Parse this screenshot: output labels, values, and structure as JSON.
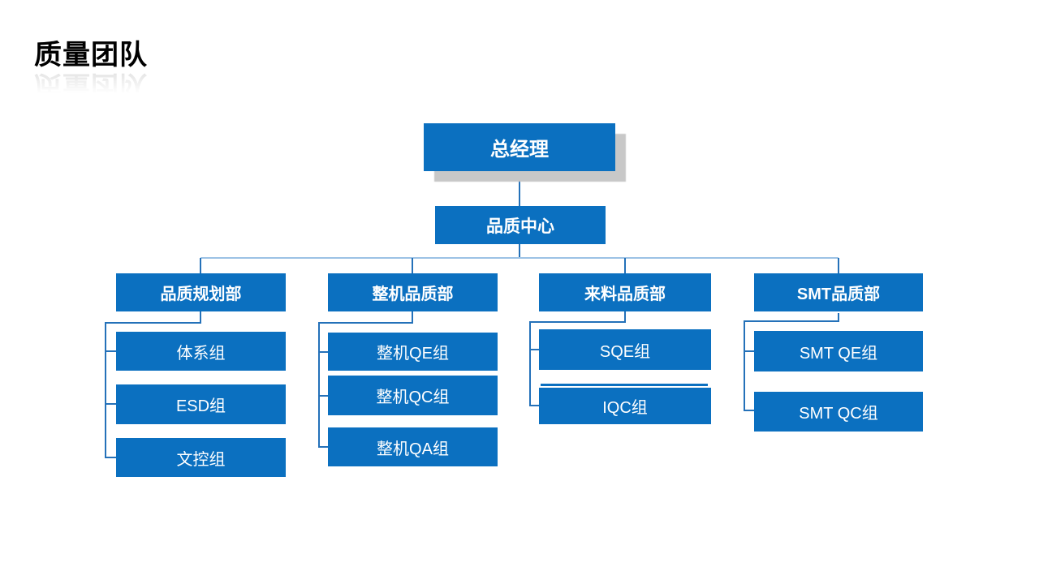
{
  "title": "质量团队",
  "colors": {
    "node_blue": "#0B70C0",
    "shadow": "#C8C8C8",
    "connector": "#2471B9",
    "rail_light": "#9CC2E5",
    "title_black": "#000000"
  },
  "org": {
    "root": {
      "label": "总经理"
    },
    "center": {
      "label": "品质中心"
    },
    "departments": [
      {
        "label": "品质规划部",
        "children": [
          {
            "label": "体系组"
          },
          {
            "label": "ESD组"
          },
          {
            "label": "文控组"
          }
        ]
      },
      {
        "label": "整机品质部",
        "children": [
          {
            "label": "整机QE组"
          },
          {
            "label": "整机QC组"
          },
          {
            "label": "整机QA组"
          }
        ]
      },
      {
        "label": "来料品质部",
        "children": [
          {
            "label": "SQE组"
          },
          {
            "label": "IQC组"
          }
        ]
      },
      {
        "label": "SMT品质部",
        "children": [
          {
            "label": "SMT QE组"
          },
          {
            "label": "SMT QC组"
          }
        ]
      }
    ]
  }
}
